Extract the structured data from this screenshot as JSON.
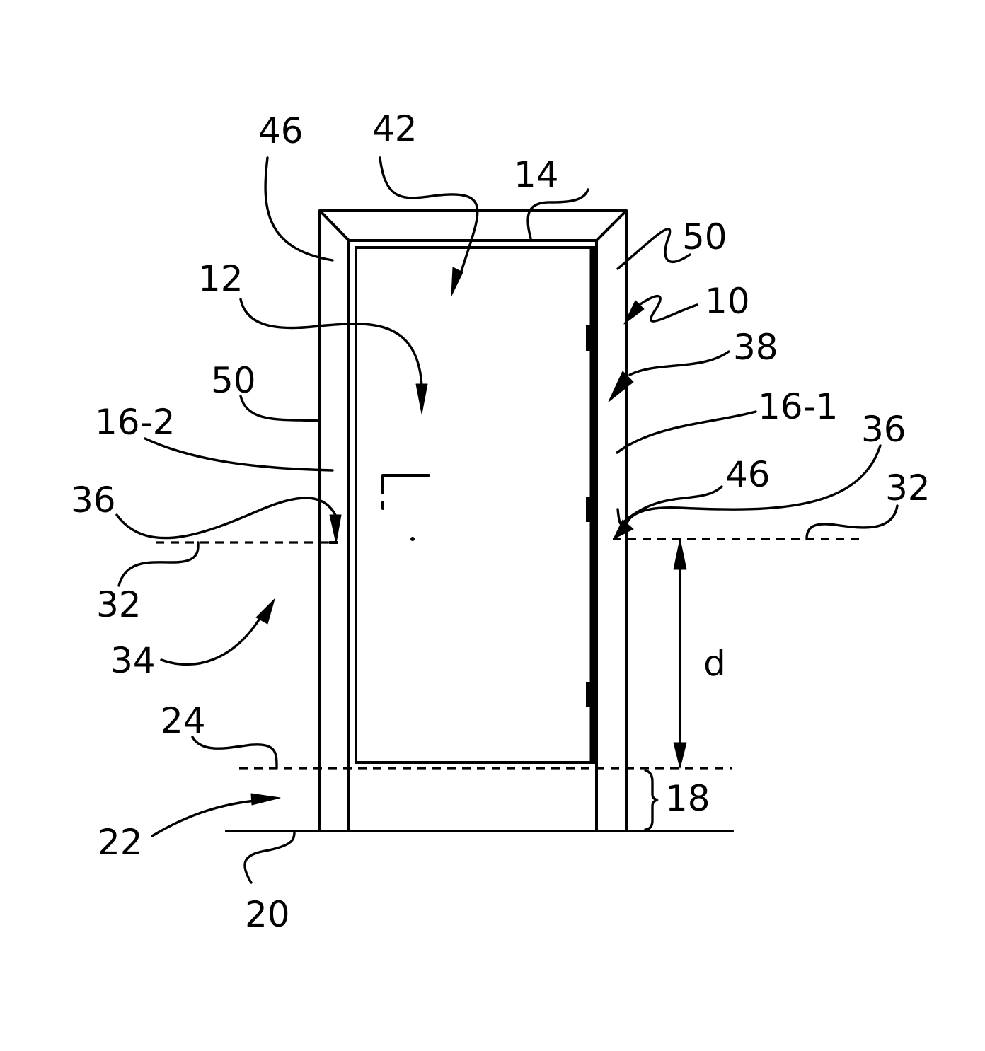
{
  "figure": {
    "description": "Patent drawing: front elevation of a door assembly in a frame with reference numerals",
    "labels": {
      "door_assembly": "10",
      "door": "12",
      "header": "14",
      "jamb_right": "16-1",
      "jamb_left": "16-2",
      "gap_height": "18",
      "floor": "20",
      "gap_region": "22",
      "door_bottom_line": "24",
      "threshold_line_left": "32",
      "threshold_line_right": "32",
      "lower_region": "34",
      "marker_left": "36",
      "marker_right": "36",
      "hinge_side": "38",
      "door_face": "42",
      "miter_left": "46",
      "marker_point_right": "46",
      "jamb_edge_left": "50",
      "jamb_edge_right": "50",
      "distance": "d"
    },
    "hinges": 3,
    "stroke_color": "#000000",
    "background_color": "#ffffff"
  }
}
